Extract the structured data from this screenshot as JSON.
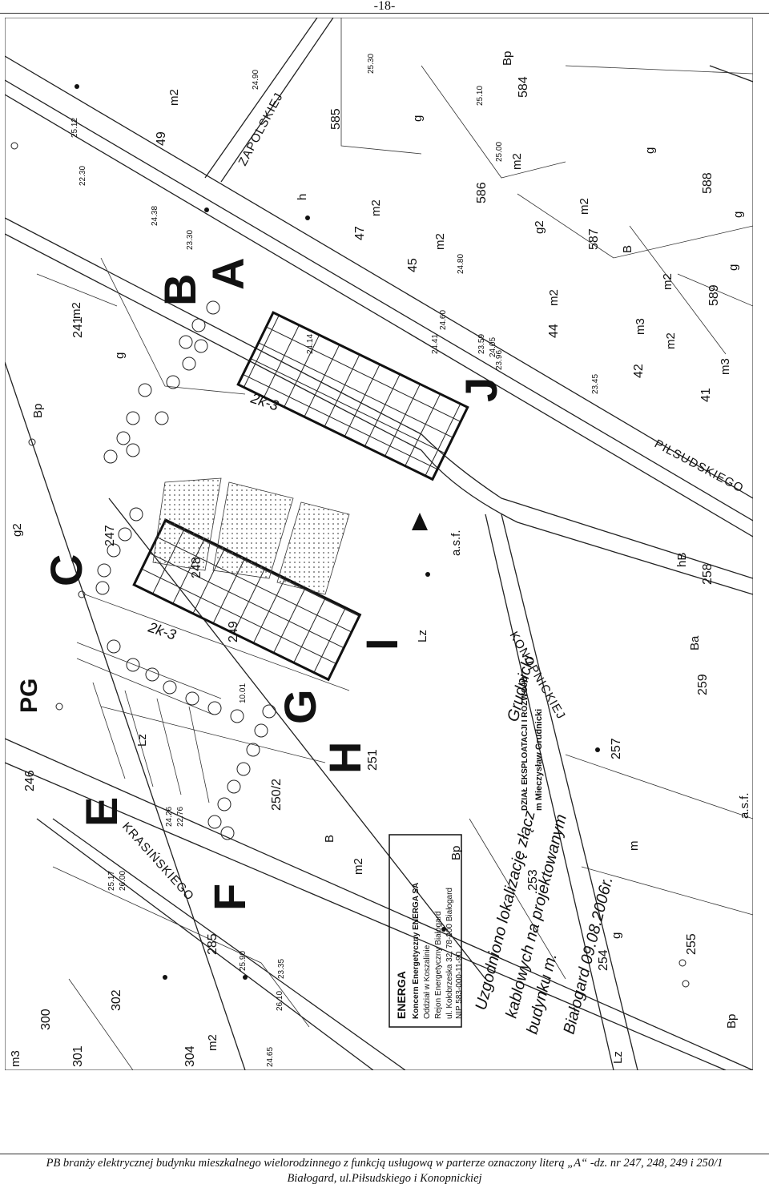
{
  "page": {
    "number": "-18-"
  },
  "map": {
    "letters": [
      "A",
      "B",
      "C",
      "E",
      "F",
      "G",
      "H",
      "I",
      "J"
    ],
    "lots": {
      "l585": "585",
      "l584": "584",
      "l586": "586",
      "l587": "587",
      "l588": "588",
      "l589": "589",
      "l49": "49",
      "l47": "47",
      "l45": "45",
      "l44": "44",
      "l42": "42",
      "l41": "41",
      "l241": "241",
      "l247": "247",
      "l248": "248",
      "l249": "249",
      "l250": "250/2",
      "l251": "251",
      "l253": "253",
      "l254": "254",
      "l255": "255",
      "l257": "257",
      "l258": "258",
      "l259": "259",
      "l285": "285",
      "l300": "300",
      "l301": "301",
      "l302": "302",
      "l304": "304",
      "l246": "246"
    },
    "zones": {
      "m2": "m2",
      "g": "g",
      "g2": "g2",
      "bp": "Bp",
      "b": "B",
      "h": "h",
      "m3": "m3",
      "pg": "PG",
      "lz": "Lz",
      "ba": "Ba",
      "hb": "hB",
      "asf": "a.s.f.",
      "m": "m",
      "zk3": "2k-3"
    },
    "streets": {
      "zapolskiej": "ZAPOLSKIEJ",
      "pilsudskiego": "PIŁSUDSKIEGO",
      "konopnickiej": "KONOPNICKIEJ",
      "krasinskiego": "KRASIŃSKIEGO"
    },
    "elevations": [
      "25.30",
      "25.10",
      "25.00",
      "24.90",
      "24.80",
      "24.60",
      "24.41",
      "24.14",
      "23.96",
      "23.59",
      "24.05",
      "23.45",
      "22.76",
      "24.26",
      "26.00",
      "25.17",
      "25.90",
      "26.10",
      "24.65",
      "23.35",
      "22.30",
      "25.12",
      "24.38",
      "23.30",
      "10.01"
    ],
    "stamp": {
      "lines": [
        "Koncern Energetyczny ENERGA SA",
        "Oddział w Koszalinie",
        "Rejon Energetyczny Białogard",
        "ul. Kołobrzeska 32, 78-200 Białogard",
        "NIP 583-000-11-90"
      ],
      "logo": "ENERGA",
      "dept": "DZIAŁ EKSPLOATACJI I ROZWOJU",
      "person": "m Mieczysław Grudnicki"
    },
    "handwriting": {
      "line1": "Uzgodniono lokalizację złącz",
      "line2": "kablowych na projektowanym",
      "line3": "budynku m.",
      "date": "Białogard 09.08.2006r.",
      "signature": "Grudnicki"
    }
  },
  "footer": {
    "line1": "PB branży elektrycznej budynku mieszkalnego wielorodzinnego z funkcją usługową w parterze oznaczony literą „A“ -dz. nr 247, 248, 249 i 250/1",
    "line2": "Białogard, ul.Piłsudskiego i Konopnickiej"
  },
  "colors": {
    "ink": "#111111",
    "paper": "#ffffff",
    "hatch": "#555555"
  }
}
